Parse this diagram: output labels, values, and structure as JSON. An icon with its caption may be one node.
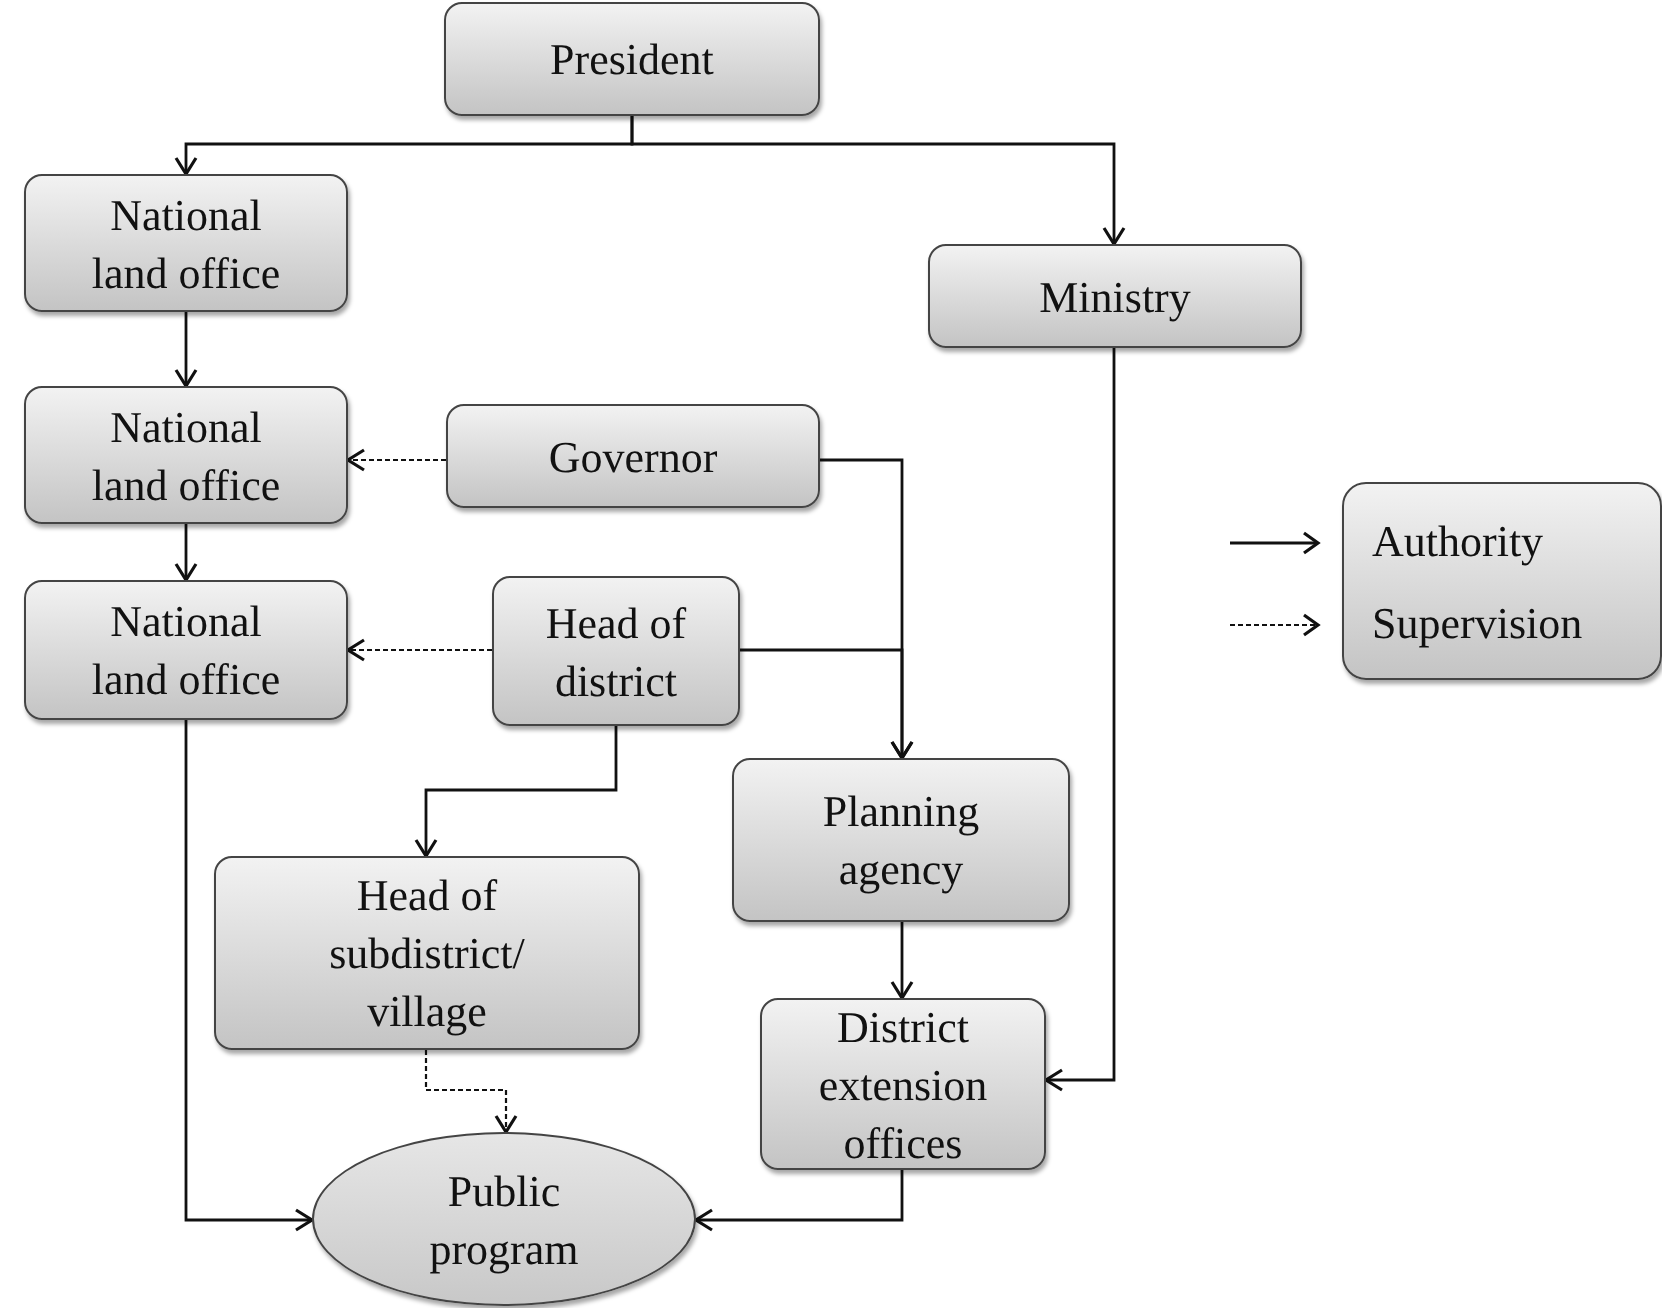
{
  "diagram": {
    "nodes": [
      {
        "text": [
          "President"
        ]
      },
      {
        "text": [
          "National land office"
        ]
      },
      {
        "text": [
          "Ministry"
        ]
      },
      {
        "text": [
          "National land office"
        ]
      },
      {
        "text": [
          "Governor"
        ]
      },
      {
        "text": [
          "National land office"
        ]
      },
      {
        "text": [
          "Head of district"
        ]
      },
      {
        "text": [
          "Planning agency"
        ]
      },
      {
        "text": [
          "Head of subdistrict/ village"
        ]
      },
      {
        "text": [
          "District extension offices"
        ]
      },
      {
        "text": [
          "Public program"
        ]
      }
    ],
    "edges": [
      {
        "from": 0,
        "to": 1,
        "arrow": "to"
      },
      {
        "from": 0,
        "to": 2,
        "arrow": "to"
      },
      {
        "from": 1,
        "to": 3,
        "arrow": "to"
      },
      {
        "from": 4,
        "to": 3,
        "arrow": "to",
        "style": "dashed"
      },
      {
        "from": 3,
        "to": 5,
        "arrow": "to"
      },
      {
        "from": 6,
        "to": 5,
        "arrow": "to",
        "style": "dashed"
      },
      {
        "from": 4,
        "to": 7,
        "arrow": "to"
      },
      {
        "from": 6,
        "to": 7,
        "arrow": "to"
      },
      {
        "from": 6,
        "to": 8,
        "arrow": "to"
      },
      {
        "from": 7,
        "to": 9,
        "arrow": "to"
      },
      {
        "from": 2,
        "to": 9,
        "arrow": "to"
      },
      {
        "from": 8,
        "to": 10,
        "arrow": "to",
        "style": "dashed"
      },
      {
        "from": 5,
        "to": 10,
        "arrow": "to"
      },
      {
        "from": 9,
        "to": 10,
        "arrow": "to"
      }
    ],
    "legend": [
      {
        "text": "Authority"
      },
      {
        "text": "Supervision"
      }
    ]
  }
}
